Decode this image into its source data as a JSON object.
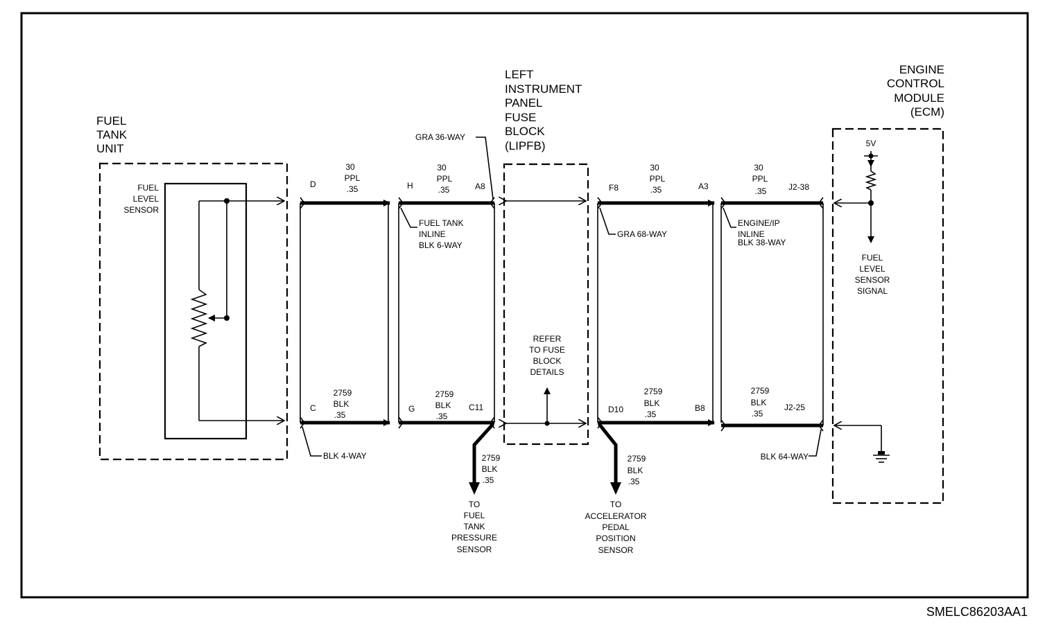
{
  "components": {
    "fuel_tank_unit": [
      "FUEL",
      "TANK",
      "UNIT"
    ],
    "fuel_level_sensor": [
      "FUEL",
      "LEVEL",
      "SENSOR"
    ],
    "lipfb": [
      "LEFT",
      "INSTRUMENT",
      "PANEL",
      "FUSE",
      "BLOCK",
      "(LIPFB)"
    ],
    "ecm": [
      "ENGINE",
      "CONTROL",
      "MODULE",
      "(ECM)"
    ],
    "fuse_details": [
      "REFER",
      "TO FUSE",
      "BLOCK",
      "DETAILS"
    ],
    "ecm_signal": [
      "FUEL",
      "LEVEL",
      "SENSOR",
      "SIGNAL"
    ],
    "voltage": "5V"
  },
  "pins": {
    "d": "D",
    "c": "C",
    "h": "H",
    "g": "G",
    "a8": "A8",
    "c11": "C11",
    "f8": "F8",
    "d10": "D10",
    "a3": "A3",
    "b8": "B8",
    "j2_38": "J2-38",
    "j2_25": "J2-25"
  },
  "connectors": {
    "gra36": "GRA 36-WAY",
    "fuel_tank_inline": [
      "FUEL TANK",
      "INLINE",
      "BLK 6-WAY"
    ],
    "blk4": "BLK 4-WAY",
    "gra68": "GRA 68-WAY",
    "engine_ip_inline": [
      "ENGINE/IP",
      "INLINE",
      "BLK 38-WAY"
    ],
    "blk64": "BLK 64-WAY"
  },
  "wires": {
    "signal": [
      "30",
      "PPL",
      ".35"
    ],
    "ground": [
      "2759",
      "BLK",
      ".35"
    ]
  },
  "destinations": {
    "fuel_tank_pressure": [
      "TO",
      "FUEL",
      "TANK",
      "PRESSURE",
      "SENSOR"
    ],
    "accel_pedal": [
      "TO",
      "ACCELERATOR",
      "PEDAL",
      "POSITION",
      "SENSOR"
    ]
  },
  "figure_id": "SMELC86203AA1"
}
